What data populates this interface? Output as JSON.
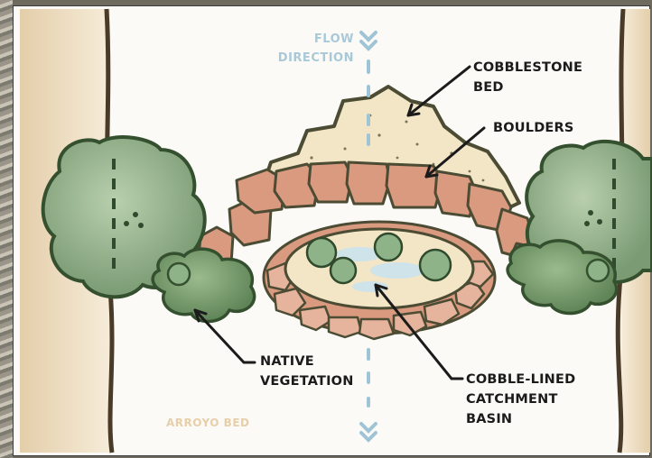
{
  "diagram": {
    "flow_label": {
      "line1": "FLOW",
      "line2": "DIRECTION"
    },
    "labels": {
      "cobblestone_bed": "COBBLESTONE\nBED",
      "boulders": "BOULDERS",
      "native_vegetation": "NATIVE\nVEGETATION",
      "catchment_basin": "COBBLE-LINED\nCATCHMENT\nBASIN"
    },
    "ground_label": "ARROYO BED",
    "colors": {
      "water": "#9fc4d6",
      "boulder": "#d99a80",
      "boulder_outline": "#4b4c33",
      "cobble_bed": "#f3e6c6",
      "vegetation": "#7fa07a",
      "bank": "#e8d5b3",
      "leader_line": "#1b1b1b"
    }
  }
}
